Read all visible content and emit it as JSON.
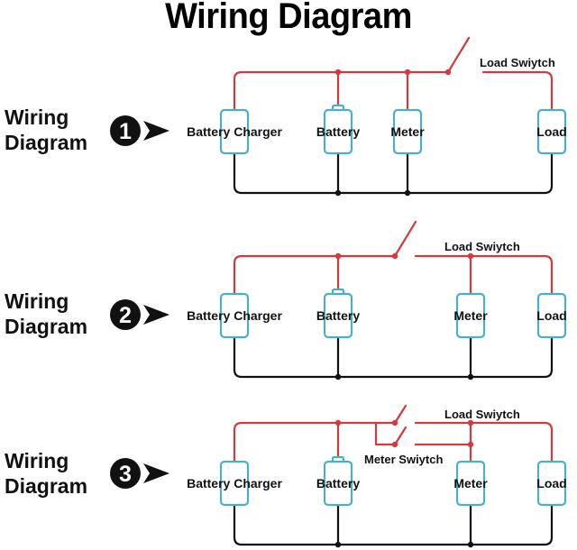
{
  "title": "Wiring Diagram",
  "colors": {
    "positive_wire": "#d23a3f",
    "negative_wire": "#111111",
    "component_outline": "#4bb0c4",
    "text": "#111111"
  },
  "diagrams": [
    {
      "side_label_line1": "Wiring",
      "side_label_line2": "Diagram",
      "number": "1",
      "components": {
        "charger": "Battery Charger",
        "battery": "Battery",
        "meter": "Meter",
        "load": "Load"
      },
      "switches": {
        "load": "Load Swiytch"
      }
    },
    {
      "side_label_line1": "Wiring",
      "side_label_line2": "Diagram",
      "number": "2",
      "components": {
        "charger": "Battery Charger",
        "battery": "Battery",
        "meter": "Meter",
        "load": "Load"
      },
      "switches": {
        "load": "Load Swiytch"
      }
    },
    {
      "side_label_line1": "Wiring",
      "side_label_line2": "Diagram",
      "number": "3",
      "components": {
        "charger": "Battery Charger",
        "battery": "Battery",
        "meter": "Meter",
        "load": "Load"
      },
      "switches": {
        "load": "Load Swiytch",
        "meter": "Meter Swiytch"
      }
    }
  ]
}
